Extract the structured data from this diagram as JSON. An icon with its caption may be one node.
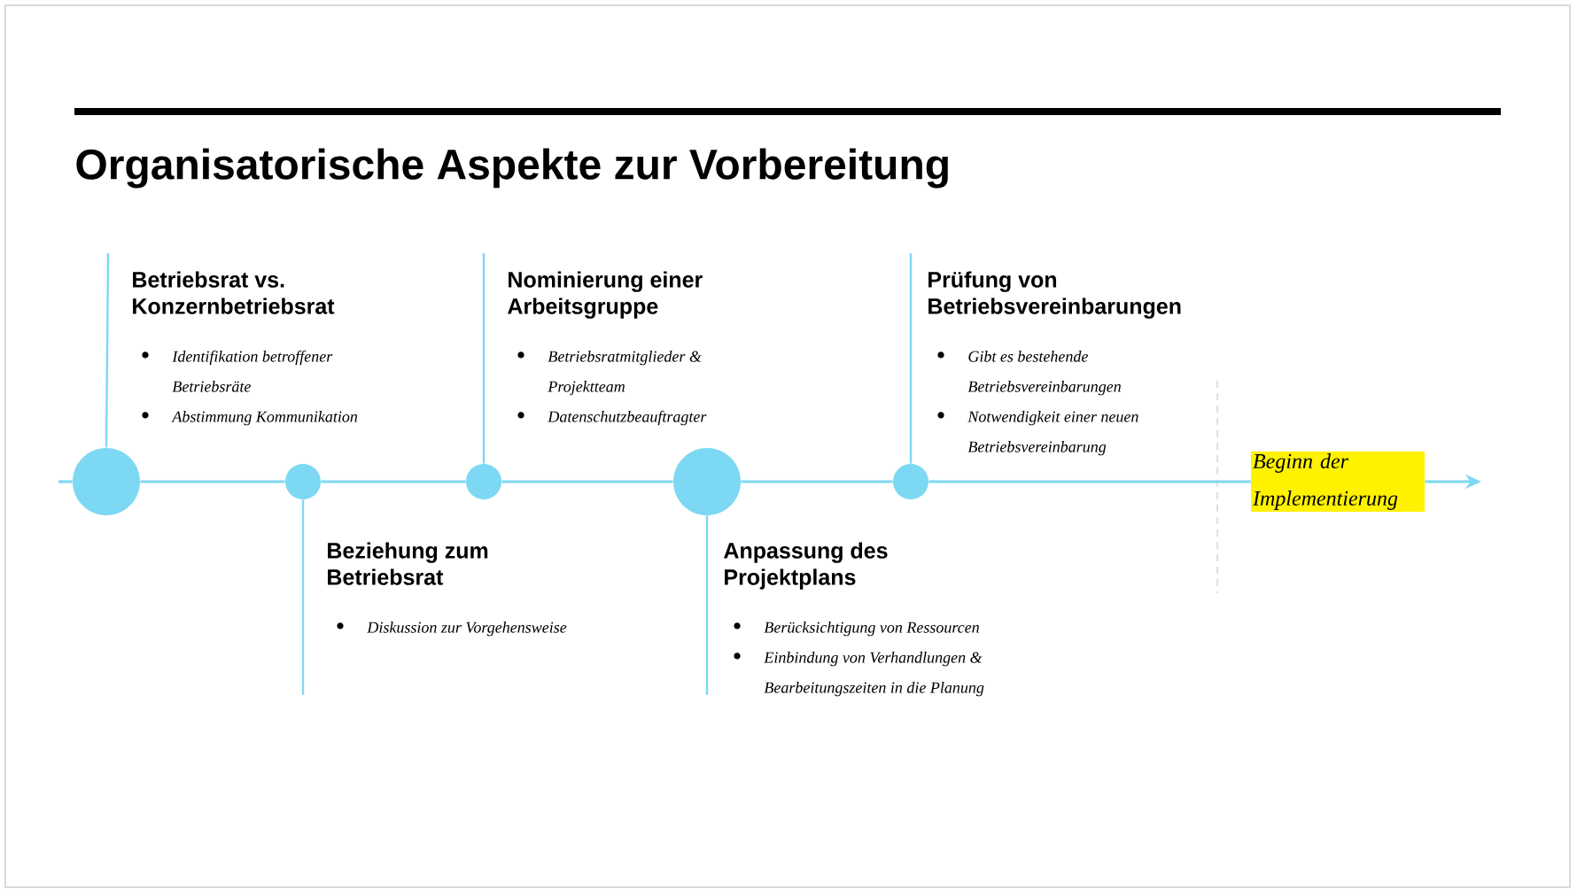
{
  "diagram": {
    "title": "Organisatorische Aspekte zur Vorbereitung",
    "nodes": [
      {
        "text": [],
        "shape": "circle"
      },
      {
        "text": [],
        "shape": "circle"
      },
      {
        "text": [],
        "shape": "circle"
      },
      {
        "text": [],
        "shape": "circle"
      },
      {
        "text": [],
        "shape": "circle"
      },
      {
        "text": [
          "Betriebsrat vs. Konzernbetriebsrat",
          "Identifikation betroffener Betriebsräte",
          "Abstimmung Kommunikation"
        ]
      },
      {
        "text": [
          "Beziehung zum Betriebsrat",
          "Diskussion zur Vorgehensweise"
        ]
      },
      {
        "text": [
          "Nominierung einer Arbeitsgruppe",
          "Betriebsratmitglieder & Projektteam",
          "Datenschutzbeauftragter"
        ]
      },
      {
        "text": [
          "Anpassung des Projektplans",
          "Berücksichtigung von Ressourcen",
          "Einbindung von Verhandlungen & Bearbeitungszeiten in die Planung"
        ]
      },
      {
        "text": [
          "Prüfung von Betriebsvereinbarungen",
          "Gibt es bestehende Betriebsvereinbarungen",
          "Notwendigkeit einer neuen Betriebsvereinbarung"
        ]
      },
      {
        "text": [
          "Beginn der Implementierung"
        ]
      }
    ],
    "edges": [
      {
        "from": null,
        "to": 0,
        "arrow": "none"
      },
      {
        "from": 0,
        "to": 1,
        "arrow": "none"
      },
      {
        "from": 1,
        "to": 2,
        "arrow": "none"
      },
      {
        "from": 2,
        "to": 3,
        "arrow": "none"
      },
      {
        "from": 3,
        "to": 4,
        "arrow": "none"
      },
      {
        "from": 4,
        "to": 10,
        "arrow": "none"
      },
      {
        "from": 10,
        "to": null,
        "arrow": "to"
      },
      {
        "from": 0,
        "to": 5,
        "arrow": "none"
      },
      {
        "from": 1,
        "to": 6,
        "arrow": "none"
      },
      {
        "from": 2,
        "to": 7,
        "arrow": "none"
      },
      {
        "from": 3,
        "to": 8,
        "arrow": "none"
      },
      {
        "from": 4,
        "to": 9,
        "arrow": "none"
      }
    ]
  }
}
